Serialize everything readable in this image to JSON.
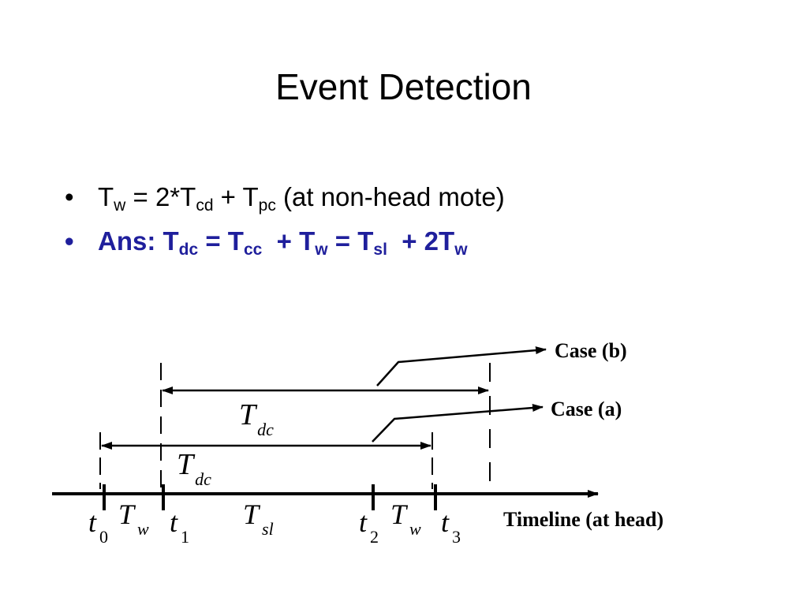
{
  "slide": {
    "title": "Event Detection"
  },
  "bullets": [
    {
      "dot": "•",
      "parts": [
        {
          "t": "T"
        },
        {
          "s": "w"
        },
        {
          "t": " = 2*T"
        },
        {
          "s": "cd"
        },
        {
          "t": " + T"
        },
        {
          "s": "pc"
        },
        {
          "t": " (at non-head mote)"
        }
      ]
    },
    {
      "dot": "•",
      "parts": [
        {
          "t": "Ans: T"
        },
        {
          "s": "dc"
        },
        {
          "t": " = T"
        },
        {
          "s": "cc"
        },
        {
          "t": "  + T"
        },
        {
          "s": "w"
        },
        {
          "t": " = T"
        },
        {
          "s": "sl"
        },
        {
          "t": "  + 2T"
        },
        {
          "s": "w"
        }
      ]
    }
  ],
  "diagram": {
    "case_b": "Case (b)",
    "case_a": "Case (a)",
    "timeline": "Timeline (at head)",
    "tdc_b": {
      "main": "T",
      "sub": "dc"
    },
    "tdc_a": {
      "main": "T",
      "sub": "dc"
    },
    "tw_1": {
      "main": "T",
      "sub": "w"
    },
    "tsl": {
      "main": "T",
      "sub": "sl"
    },
    "tw_2": {
      "main": "T",
      "sub": "w"
    },
    "t0": {
      "main": "t",
      "sub": "0"
    },
    "t1": {
      "main": "t",
      "sub": "1"
    },
    "t2": {
      "main": "t",
      "sub": "2"
    },
    "t3": {
      "main": "t",
      "sub": "3"
    },
    "colors": {
      "accent": "#1f1f9c",
      "line": "#000000"
    }
  }
}
